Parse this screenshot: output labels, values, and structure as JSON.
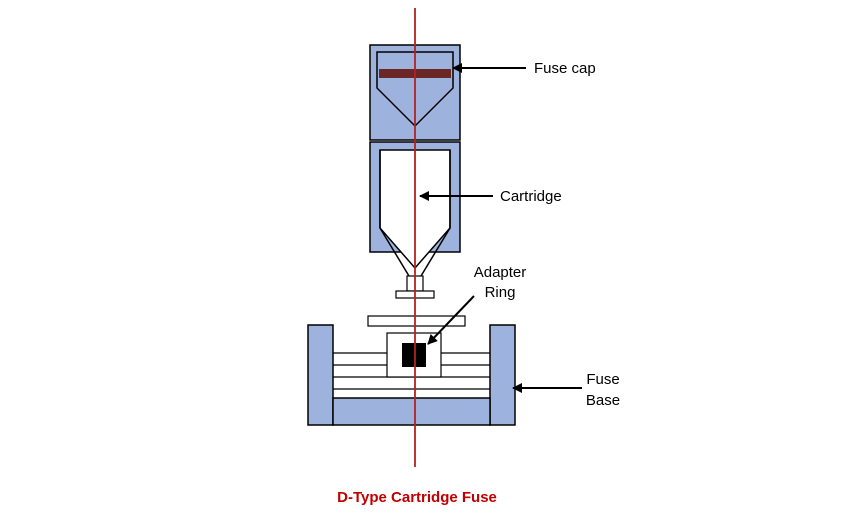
{
  "diagram": {
    "title": "D-Type Cartridge Fuse",
    "labels": {
      "fuse_cap": "Fuse cap",
      "cartridge": "Cartridge",
      "adapter_ring_line1": "Adapter",
      "adapter_ring_line2": "Ring",
      "fuse_base_line1": "Fuse",
      "fuse_base_line2": "Base"
    },
    "colors": {
      "body_fill": "#9DB3DD",
      "outline": "#000000",
      "axis_line": "#B22222",
      "cap_band": "#6B2626",
      "title": "#C00000",
      "inner_black": "#000000",
      "white": "#FFFFFF"
    }
  }
}
